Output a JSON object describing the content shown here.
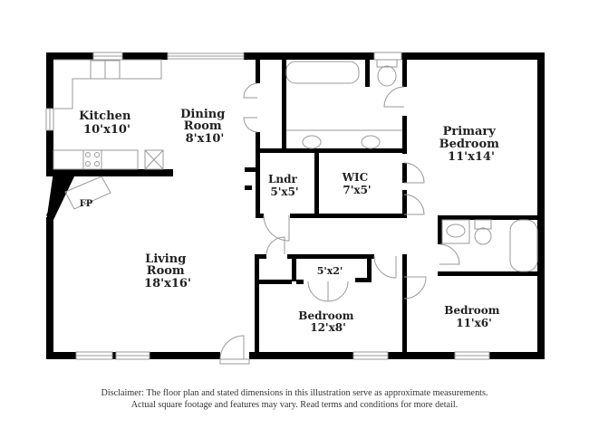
{
  "floor_plan": {
    "rooms": [
      {
        "id": "kitchen",
        "name_lines": [
          "Kitchen"
        ],
        "dimensions": "10'x10'"
      },
      {
        "id": "dining",
        "name_lines": [
          "Dining",
          "Room"
        ],
        "dimensions": "8'x10'"
      },
      {
        "id": "primary-bedroom",
        "name_lines": [
          "Primary",
          "Bedroom"
        ],
        "dimensions": "11'x14'"
      },
      {
        "id": "laundry",
        "name_lines": [
          "Lndr"
        ],
        "dimensions": "5'x5'"
      },
      {
        "id": "wic",
        "name_lines": [
          "WIC"
        ],
        "dimensions": "7'x5'"
      },
      {
        "id": "living",
        "name_lines": [
          "Living",
          "Room"
        ],
        "dimensions": "18'x16'"
      },
      {
        "id": "closet",
        "name_lines": [],
        "dimensions": "5'x2'"
      },
      {
        "id": "bedroom-2",
        "name_lines": [
          "Bedroom"
        ],
        "dimensions": "12'x8'"
      },
      {
        "id": "bedroom-3",
        "name_lines": [
          "Bedroom"
        ],
        "dimensions": "11'x6'"
      }
    ],
    "fireplace_label": "FP"
  },
  "disclaimer": {
    "line1": "Disclaimer: The floor plan and stated dimensions in this illustration serve as approximate measurements.",
    "line2": "Actual square footage and features may vary. Read terms and conditions for more detail."
  },
  "colors": {
    "wall": "#000000",
    "fixture": "#9a9a9a",
    "text": "#222222",
    "background": "#ffffff"
  }
}
